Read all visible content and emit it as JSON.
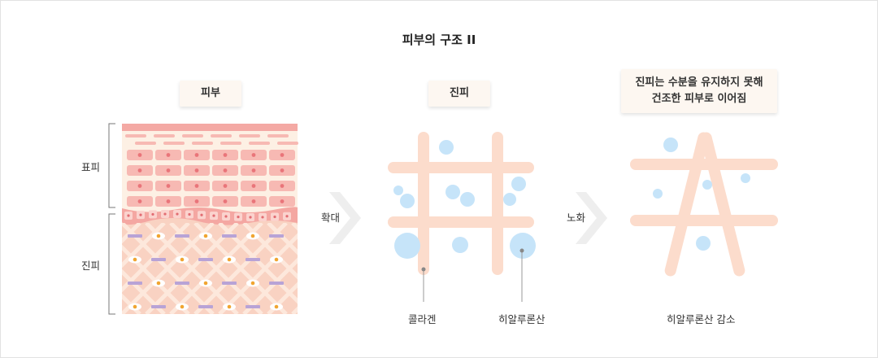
{
  "title": "피부의 구조 II",
  "panels": {
    "skin_label": "피부",
    "dermis_label": "진피",
    "aged_label_line1": "진피는 수분을 유지하지 못해",
    "aged_label_line2": "건조한 피부로 이어짐"
  },
  "layers": {
    "epidermis": "표피",
    "dermis": "진피"
  },
  "arrows": {
    "magnify": "확대",
    "aging": "노화"
  },
  "callouts": {
    "collagen": "콜라겐",
    "hyaluronic": "히알루론산",
    "hyaluronic_decrease": "히알루론산 감소"
  },
  "colors": {
    "epidermis_cell": "#f7b9b3",
    "epidermis_bg": "#fdf0e4",
    "dermis_bg": "#f9d2c2",
    "fiber": "#fcdccc",
    "bubble": "#c6e4f9",
    "bubble_stroke": "#a8d3f2",
    "fibroblast": "#b8a3d6"
  }
}
